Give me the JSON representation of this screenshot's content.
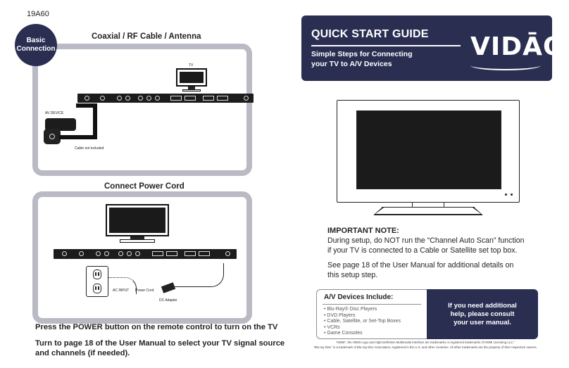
{
  "model": "19A60",
  "badge": {
    "line1": "Basic",
    "line2": "Connection"
  },
  "panel1": {
    "title": "Coaxial / RF Cable / Antenna",
    "tv_label": "TV",
    "device_label": "AV DEVICE",
    "cable_note": "Cable not included"
  },
  "panel2": {
    "title": "Connect Power Cord",
    "ac_input": "AC INPUT",
    "power_cord": "Power Cord",
    "dc_adapter": "DC Adapter"
  },
  "steps": {
    "step1": "Press the POWER button on the remote control to turn on the TV",
    "step2_line1": "Turn to page 18 of the User Manual to select your TV signal source",
    "step2_line2": "and channels (if needed)."
  },
  "guide": {
    "title": "QUICK START GUIDE",
    "subtitle_line1": "Simple Steps for Connecting",
    "subtitle_line2": "your TV to A/V Devices",
    "brand": "VIDĀO"
  },
  "note": {
    "heading": "IMPORTANT NOTE:",
    "body_line1": "During setup, do NOT run the “Channel Auto Scan” function",
    "body_line2": "if your TV is connected to a Cable or Satellite set top box.",
    "body2_line1": "See page 18 of the User Manual for additional details on",
    "body2_line2": "this setup step."
  },
  "av_devices": {
    "title": "A/V Devices Include:",
    "items": [
      "• Blu-Ray® Disc Players",
      "• DVD Players",
      "• Cable, Satellite, or Set-Top Boxes",
      "• VCRs",
      "• Game Consoles"
    ]
  },
  "help": {
    "line1": "If you need additional",
    "line2": "help, please consult",
    "line3": "your user manual."
  },
  "legal": {
    "line1": "“HDMI”, the HDMI Logo and High-Definition Multimedia Interface are trademarks or registered trademarks of HDMI Licensing LLC.”",
    "line2": "“Blu-ray Disc” is a trademark of Blu-ray Disc Association, registered in the U.S. and other countries. All other trademarks are the property of their respective owners."
  },
  "colors": {
    "navy": "#2a2f52",
    "frame": "#b9bac4",
    "text": "#231f20"
  }
}
